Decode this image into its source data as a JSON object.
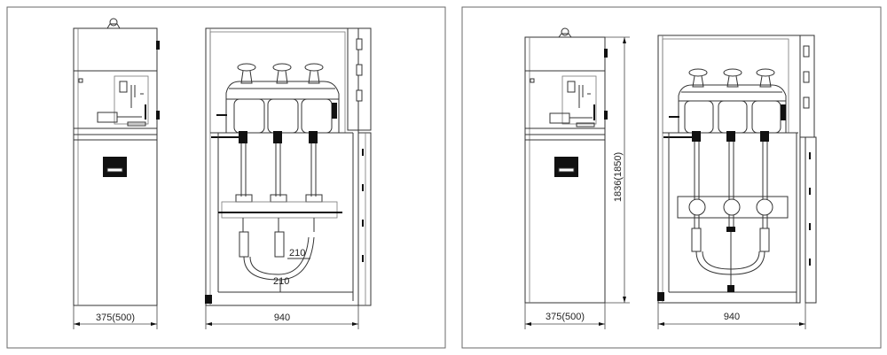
{
  "colors": {
    "line": "#333333",
    "frame": "#6a6a6a",
    "fill_dark": "#111111",
    "background": "#ffffff"
  },
  "left_panel": {
    "side_width_label": "375(500)",
    "front_width_label": "940",
    "cable_spacing_upper": "210",
    "cable_spacing_lower": "210"
  },
  "right_panel": {
    "side_width_label": "375(500)",
    "height_label": "1836(1850)",
    "front_width_label": "940"
  }
}
